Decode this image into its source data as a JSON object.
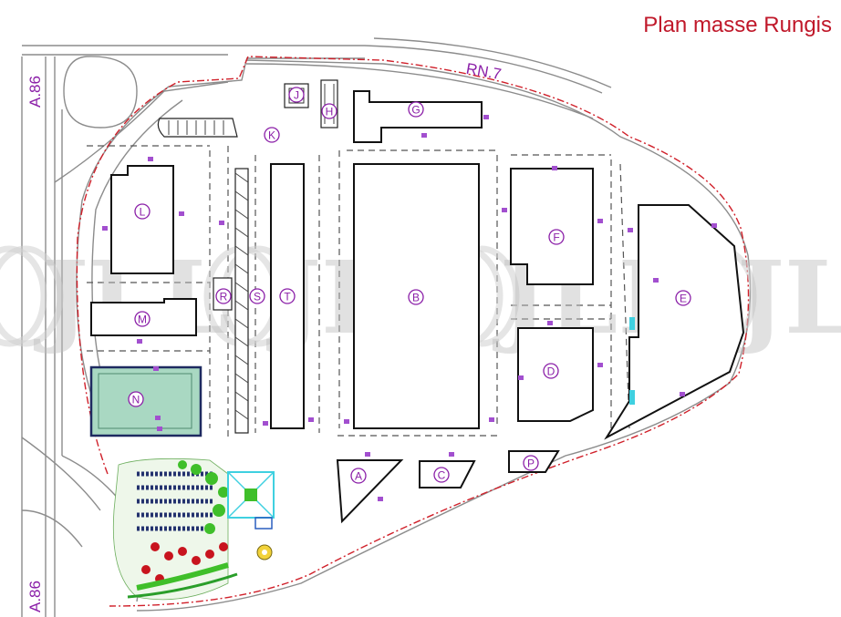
{
  "title": "Plan masse Rungis",
  "roads": {
    "rn7": "RN.7",
    "a86_top": "A.86",
    "a86_bottom": "A.86"
  },
  "buildings": [
    {
      "id": "B",
      "label": "B"
    },
    {
      "id": "C",
      "label": "C"
    },
    {
      "id": "D",
      "label": "D"
    },
    {
      "id": "E",
      "label": "E"
    },
    {
      "id": "F",
      "label": "F"
    },
    {
      "id": "G",
      "label": "G"
    },
    {
      "id": "H",
      "label": "H"
    },
    {
      "id": "J",
      "label": "J"
    },
    {
      "id": "K",
      "label": "K"
    },
    {
      "id": "L",
      "label": "L"
    },
    {
      "id": "M",
      "label": "M"
    },
    {
      "id": "N",
      "label": "N"
    },
    {
      "id": "P",
      "label": "P"
    },
    {
      "id": "R",
      "label": "R"
    },
    {
      "id": "S",
      "label": "S"
    },
    {
      "id": "T",
      "label": "T"
    },
    {
      "id": "A",
      "label": "A"
    }
  ],
  "watermark": "JLL",
  "colors": {
    "title": "#c0182a",
    "labels": "#8b1fa8",
    "boundary": "#d0202a",
    "building_n_fill": "#a9d8c2",
    "landscape_green": "#3fbf2a",
    "landscape_red": "#c8141e",
    "water_cyan": "#3fd0e0"
  }
}
